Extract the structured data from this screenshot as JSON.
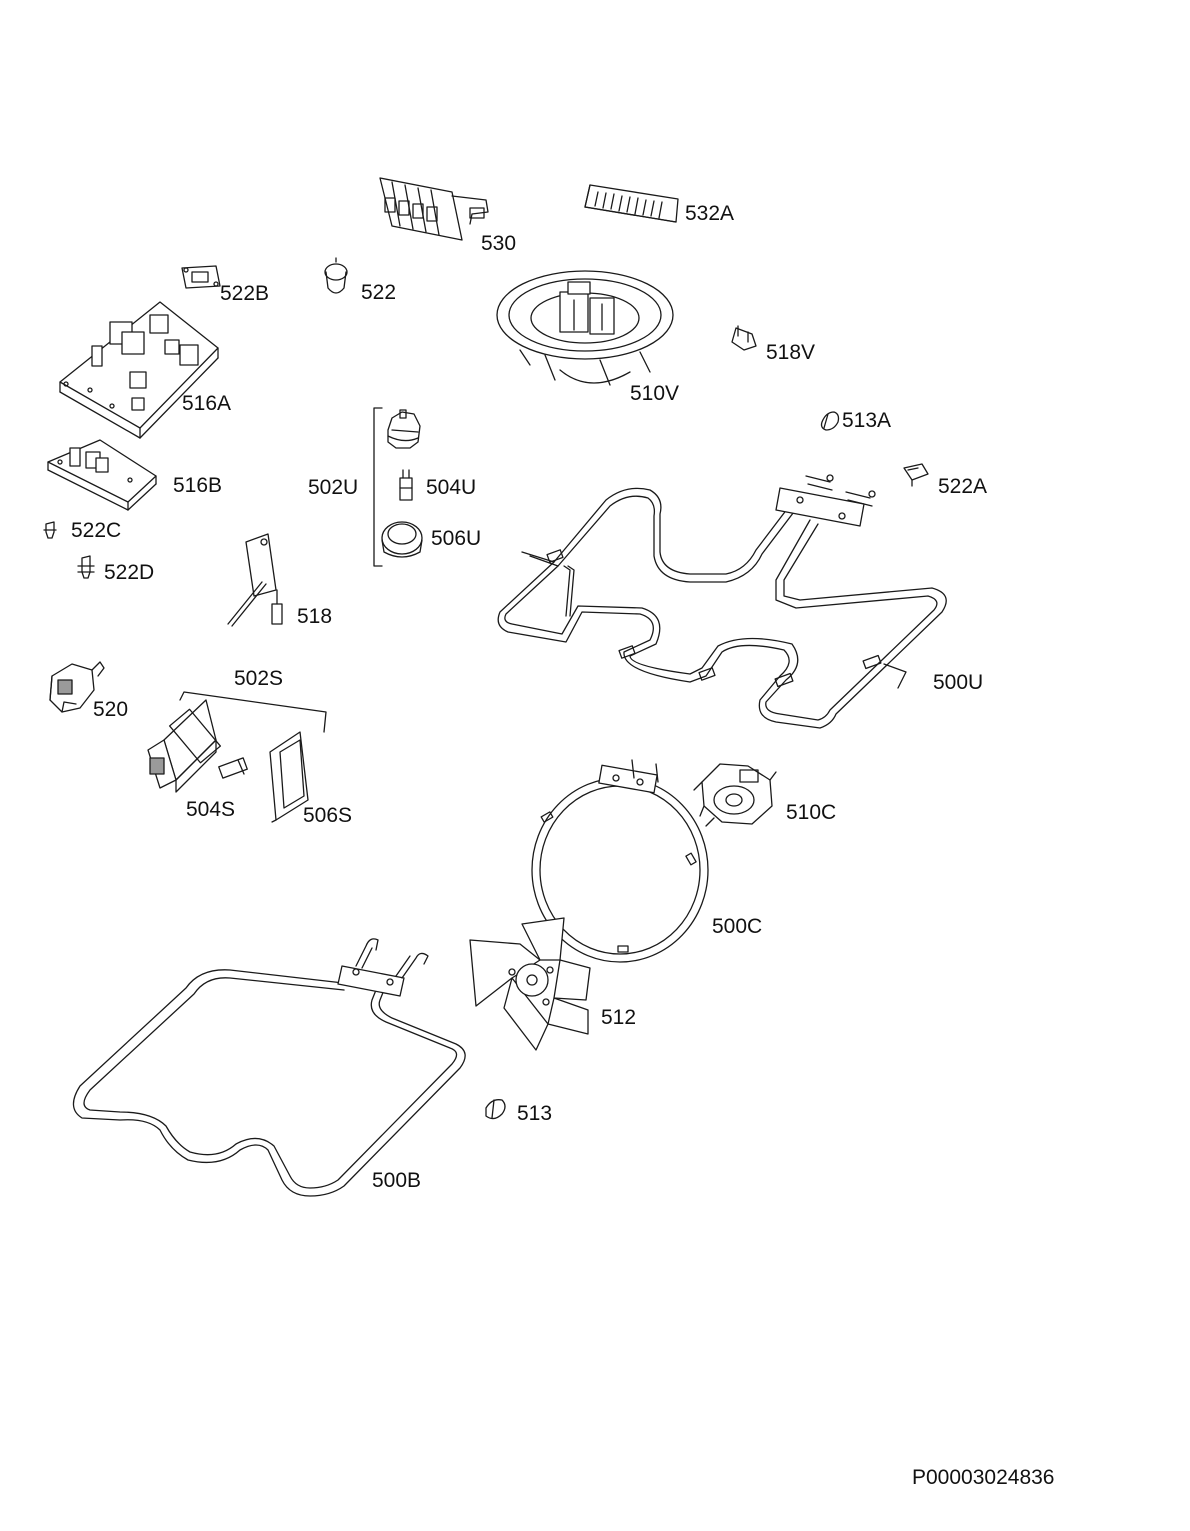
{
  "labels": {
    "p530": "530",
    "p532A": "532A",
    "p522B": "522B",
    "p522": "522",
    "p510V": "510V",
    "p518V": "518V",
    "p516A": "516A",
    "p513A": "513A",
    "p502U": "502U",
    "p504U": "504U",
    "p506U": "506U",
    "p522A": "522A",
    "p516B": "516B",
    "p522C": "522C",
    "p522D": "522D",
    "p518": "518",
    "p500U": "500U",
    "p502S": "502S",
    "p520": "520",
    "p504S": "504S",
    "p506S": "506S",
    "p510C": "510C",
    "p500C": "500C",
    "p512": "512",
    "p513": "513",
    "p500B": "500B"
  },
  "document_id": "P00003024836"
}
